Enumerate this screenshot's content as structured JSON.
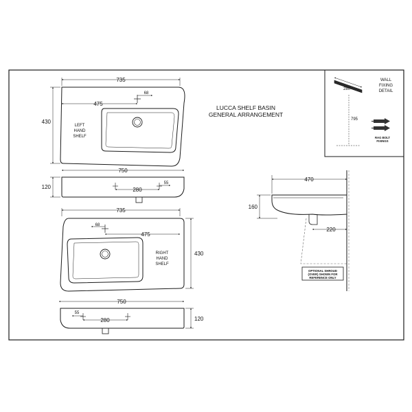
{
  "title": {
    "line1": "LUCCA SHELF BASIN",
    "line2": "GENERAL ARRANGEMENT"
  },
  "left_shelf": {
    "label_lines": [
      "LEFT",
      "HAND",
      "SHELF"
    ],
    "dims": {
      "width_top": "735",
      "tap_offset": "68",
      "basin_offset": "475",
      "height": "430",
      "width_bottom": "750",
      "depth": "120",
      "hole_offset": "55",
      "hole_spacing": "280"
    }
  },
  "right_shelf": {
    "label_lines": [
      "RIGHT",
      "HAND",
      "SHELF"
    ],
    "dims": {
      "width_top": "735",
      "tap_offset": "68",
      "basin_offset": "475",
      "height": "430",
      "width_bottom": "750",
      "depth": "120",
      "hole_offset": "55",
      "hole_spacing": "280"
    }
  },
  "wall_fixing": {
    "label_lines": [
      "WALL",
      "FIXING",
      "DETAIL"
    ],
    "bar_width": "280",
    "drop": "795",
    "bolt_label_lines": [
      "RAG BOLT",
      "FIXINGS"
    ]
  },
  "side_view": {
    "projection": "470",
    "height": "160",
    "waste_offset": "220",
    "note_lines": [
      "OPTIONAL SHROUD",
      "(OVER) SHOWN FOR",
      "REFERENCE ONLY"
    ]
  },
  "colors": {
    "line": "#1a1a1a",
    "hatch": "#666666",
    "background": "#ffffff"
  }
}
